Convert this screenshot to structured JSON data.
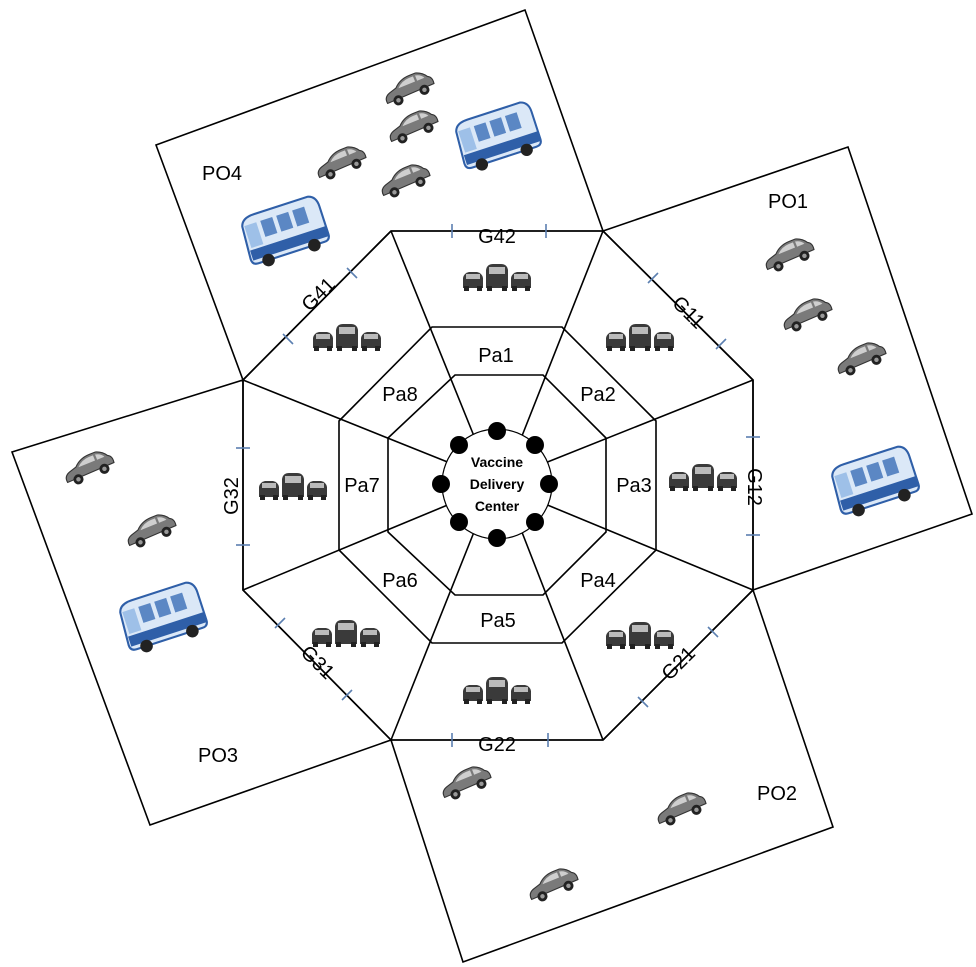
{
  "diagram": {
    "center": {
      "line1": "Vaccine",
      "line2": "Delivery",
      "line3": "Center"
    },
    "parking_areas": [
      "Pa1",
      "Pa2",
      "Pa3",
      "Pa4",
      "Pa5",
      "Pa6",
      "Pa7",
      "Pa8"
    ],
    "gates": [
      "G42",
      "G11",
      "G12",
      "G21",
      "G22",
      "G31",
      "G32",
      "G41"
    ],
    "parking_outlets": [
      "PO1",
      "PO2",
      "PO3",
      "PO4"
    ],
    "icons": {
      "car": "car-icon",
      "bus": "bus-icon",
      "traffic": "traffic-cars-icon"
    },
    "colors": {
      "line": "#000000",
      "gate_tick": "#5b7fb0",
      "bus_body": "#dbe8f7",
      "bus_trim": "#2f5fa8",
      "car_body": "#6b6b6b",
      "node": "#000000"
    }
  }
}
